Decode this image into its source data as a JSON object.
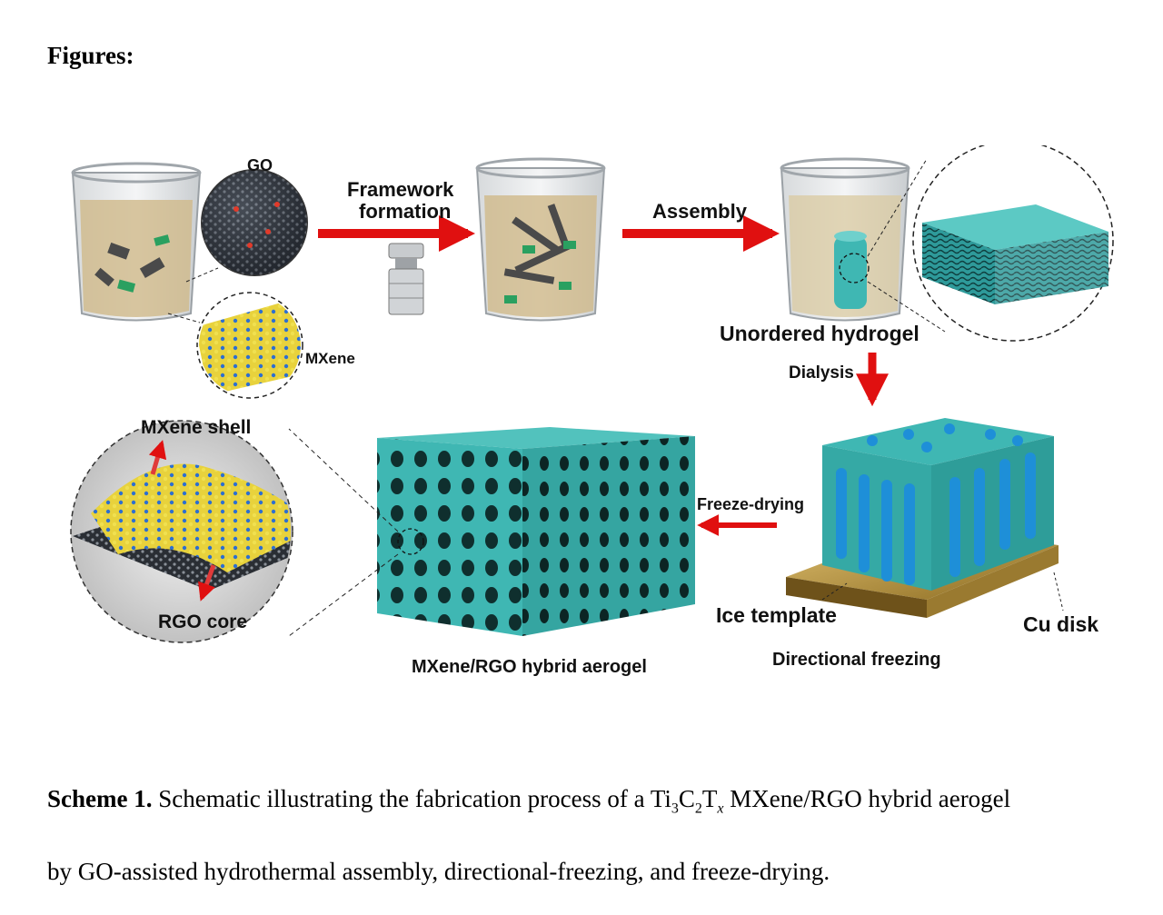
{
  "heading": "Figures:",
  "scheme": {
    "labels": {
      "go": "GO",
      "mxene": "MXene",
      "framework_line1": "Framework",
      "framework_line2": "formation",
      "assembly": "Assembly",
      "unordered_hydrogel": "Unordered hydrogel",
      "dialysis": "Dialysis",
      "mxene_shell": "MXene shell",
      "rgo_core": "RGO core",
      "freeze_drying": "Freeze-drying",
      "ice_template": "Ice template",
      "cu_disk": "Cu disk",
      "directional_freezing": "Directional freezing",
      "hybrid_aerogel": "MXene/RGO hybrid aerogel"
    },
    "colors": {
      "arrow": "#e01010",
      "aerogel": "#3fb7b3",
      "ice": "#1e8fd8",
      "cu": "#c8a040",
      "liquid": "#cfb98a",
      "go_sheet": "#4a4a4a",
      "mxene_sheet": "#2aa060"
    }
  },
  "caption": {
    "label": "Scheme 1.",
    "text_before": " Schematic illustrating the fabrication process of a Ti",
    "sub1": "3",
    "c": "C",
    "sub2": "2",
    "t": "T",
    "sub3": "x",
    "text_after": " MXene/RGO hybrid aerogel",
    "line2": "by GO-assisted hydrothermal assembly, directional-freezing, and freeze-drying."
  }
}
